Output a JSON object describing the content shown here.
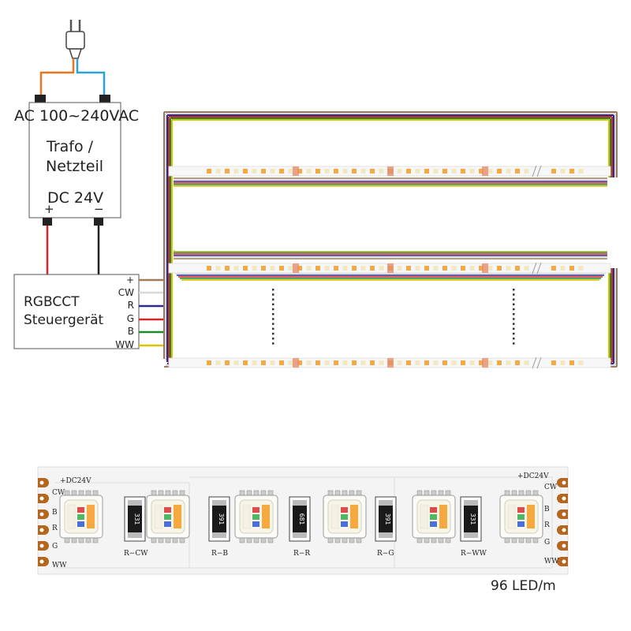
{
  "power_supply": {
    "input_label": "AC 100~240VAC",
    "name_line1": "Trafo /",
    "name_line2": "Netzteil",
    "output_label": "DC 24V",
    "plus_symbol": "+",
    "minus_symbol": "−"
  },
  "controller": {
    "name_line1": "RGBCCT",
    "name_line2": "Steuergerät",
    "ports": [
      "+",
      "CW",
      "R",
      "G",
      "B",
      "WW"
    ]
  },
  "wire_colors": {
    "live": "#e87722",
    "neutral": "#2aa2d6",
    "dc_plus": "#d62728",
    "dc_minus": "#222222",
    "plus": "#a07b5a",
    "cw": "#d8d8d8",
    "r": "#2b2b8c",
    "g": "#d62728",
    "b": "#1f8a2e",
    "ww": "#d8c400"
  },
  "strip_closeup": {
    "dc_label_left": "+DC24V",
    "dc_label_right": "+DC24V",
    "pad_labels_left": [
      "CW",
      "B",
      "R",
      "G",
      "WW"
    ],
    "pad_labels_right": [
      "CW",
      "B",
      "R",
      "G",
      "WW"
    ],
    "resistor_codes": [
      "331",
      "391",
      "681",
      "391",
      "331"
    ],
    "segment_labels": [
      "R−CW",
      "R−B",
      "R−R",
      "R−G",
      "R−WW"
    ],
    "density_label": "96 LED/m"
  },
  "colors": {
    "led_warm": "#f6a940",
    "led_cool": "#f3f1e6",
    "led_rgb_red": "#e04a4a",
    "led_rgb_green": "#4fb860",
    "led_rgb_blue": "#4b6fd8",
    "copper_pad": "#b5651d",
    "pcb": "#f4f4f4"
  }
}
